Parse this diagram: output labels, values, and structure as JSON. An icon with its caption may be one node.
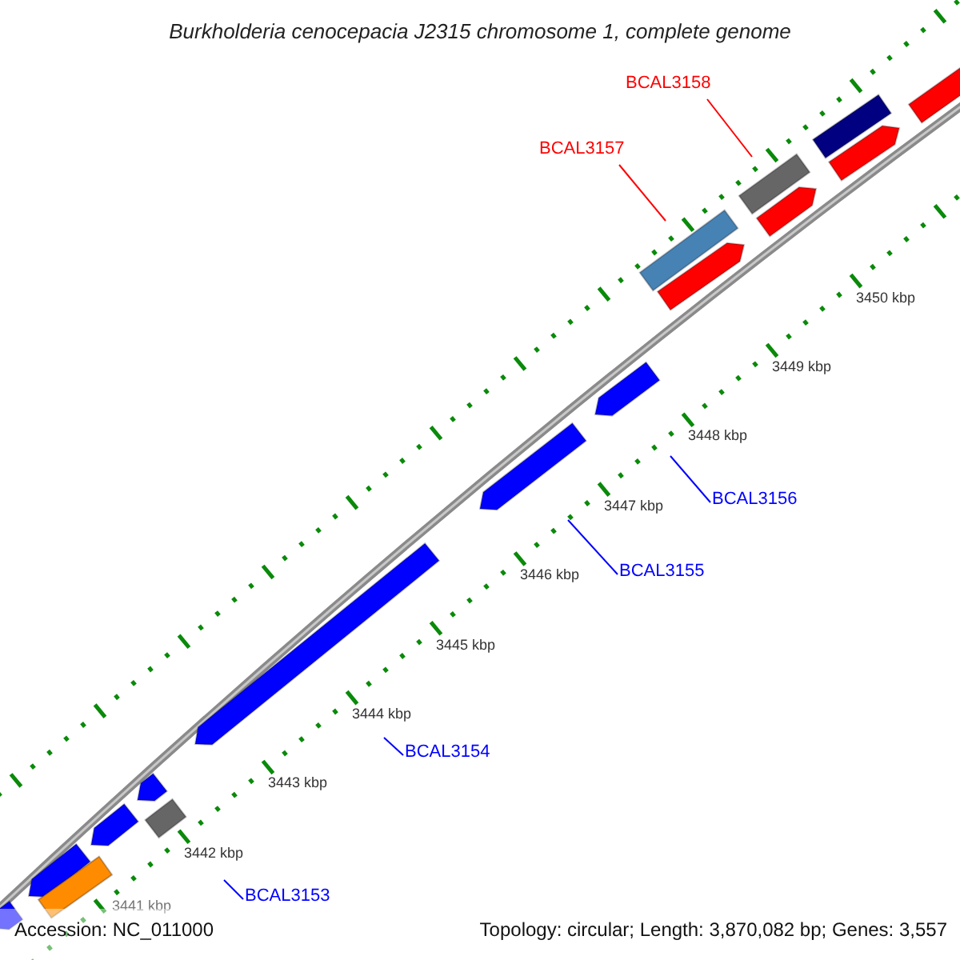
{
  "diagram": {
    "title": "Burkholderia cenocepacia J2315 chromosome 1, complete genome",
    "nodes": [
      {
        "text": [
          "BCAL3158"
        ]
      },
      {
        "text": [
          "BCAL3157"
        ]
      },
      {
        "text": [
          "BCAL3156"
        ]
      },
      {
        "text": [
          "BCAL3155"
        ]
      },
      {
        "text": [
          "BCAL3154"
        ]
      },
      {
        "text": [
          "BCAL3153"
        ]
      }
    ],
    "edges": [
      {
        "from": 0,
        "to": null,
        "arrow": "none",
        "color": "#ff0000"
      },
      {
        "from": 1,
        "to": null,
        "arrow": "none",
        "color": "#ff0000"
      },
      {
        "from": 2,
        "to": null,
        "arrow": "none"
      },
      {
        "from": 3,
        "to": null,
        "arrow": "none"
      },
      {
        "from": 4,
        "to": null,
        "arrow": "none"
      },
      {
        "from": 5,
        "to": null,
        "arrow": "none"
      }
    ],
    "labels": [
      "3450 kbp",
      "3449 kbp",
      "3448 kbp",
      "3447 kbp",
      "3446 kbp",
      "3445 kbp",
      "3444 kbp",
      "3443 kbp",
      "3442 kbp",
      "3441 kbp",
      "Accession: NC_011000",
      "Topology: circular; Length: 3,870,082 bp; Genes: 3,557"
    ]
  }
}
